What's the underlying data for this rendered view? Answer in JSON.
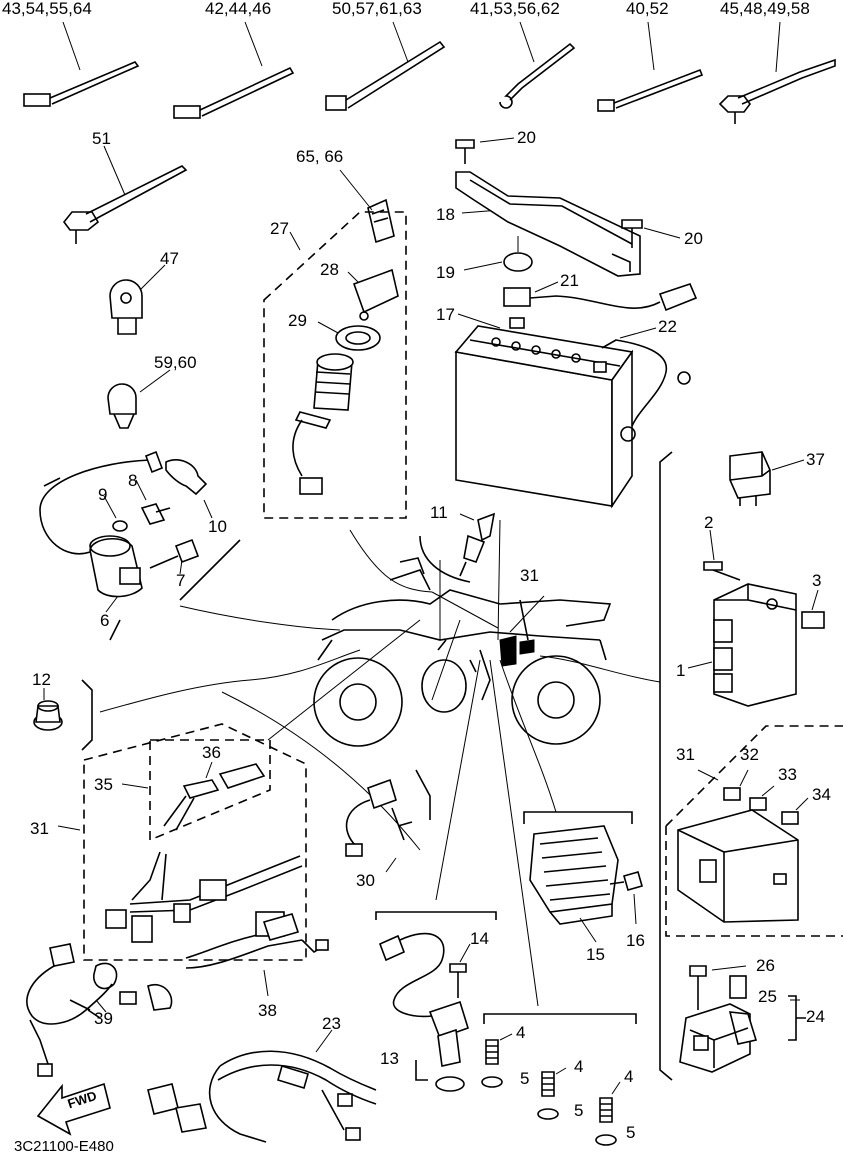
{
  "callouts": {
    "c_43_54_55_64": "43,54,55,64",
    "c_42_44_46": "42,44,46",
    "c_50_57_61_63": "50,57,61,63",
    "c_41_53_56_62": "41,53,56,62",
    "c_40_52": "40,52",
    "c_45_48_49_58": "45,48,49,58",
    "c_51": "51",
    "c_47": "47",
    "c_59_60": "59,60",
    "c_65_66": "65, 66",
    "c_27": "27",
    "c_28": "28",
    "c_29": "29",
    "c_20a": "20",
    "c_20b": "20",
    "c_18": "18",
    "c_19": "19",
    "c_21": "21",
    "c_17": "17",
    "c_22": "22",
    "c_37": "37",
    "c_2": "2",
    "c_3": "3",
    "c_1": "1",
    "c_8": "8",
    "c_9": "9",
    "c_10": "10",
    "c_7": "7",
    "c_6": "6",
    "c_11": "11",
    "c_31a": "31",
    "c_12": "12",
    "c_36": "36",
    "c_35": "35",
    "c_31b": "31",
    "c_30": "30",
    "c_31c": "31",
    "c_32": "32",
    "c_33": "33",
    "c_34": "34",
    "c_16": "16",
    "c_15": "15",
    "c_14": "14",
    "c_26": "26",
    "c_25": "25",
    "c_24": "24",
    "c_38": "38",
    "c_39": "39",
    "c_23": "23",
    "c_13": "13",
    "c_4a": "4",
    "c_5a": "5",
    "c_4b": "4",
    "c_5b": "5",
    "c_4c": "4",
    "c_5c": "5"
  },
  "fwd_arrow_text": "FWD",
  "reference_code": "3C21100-E480"
}
